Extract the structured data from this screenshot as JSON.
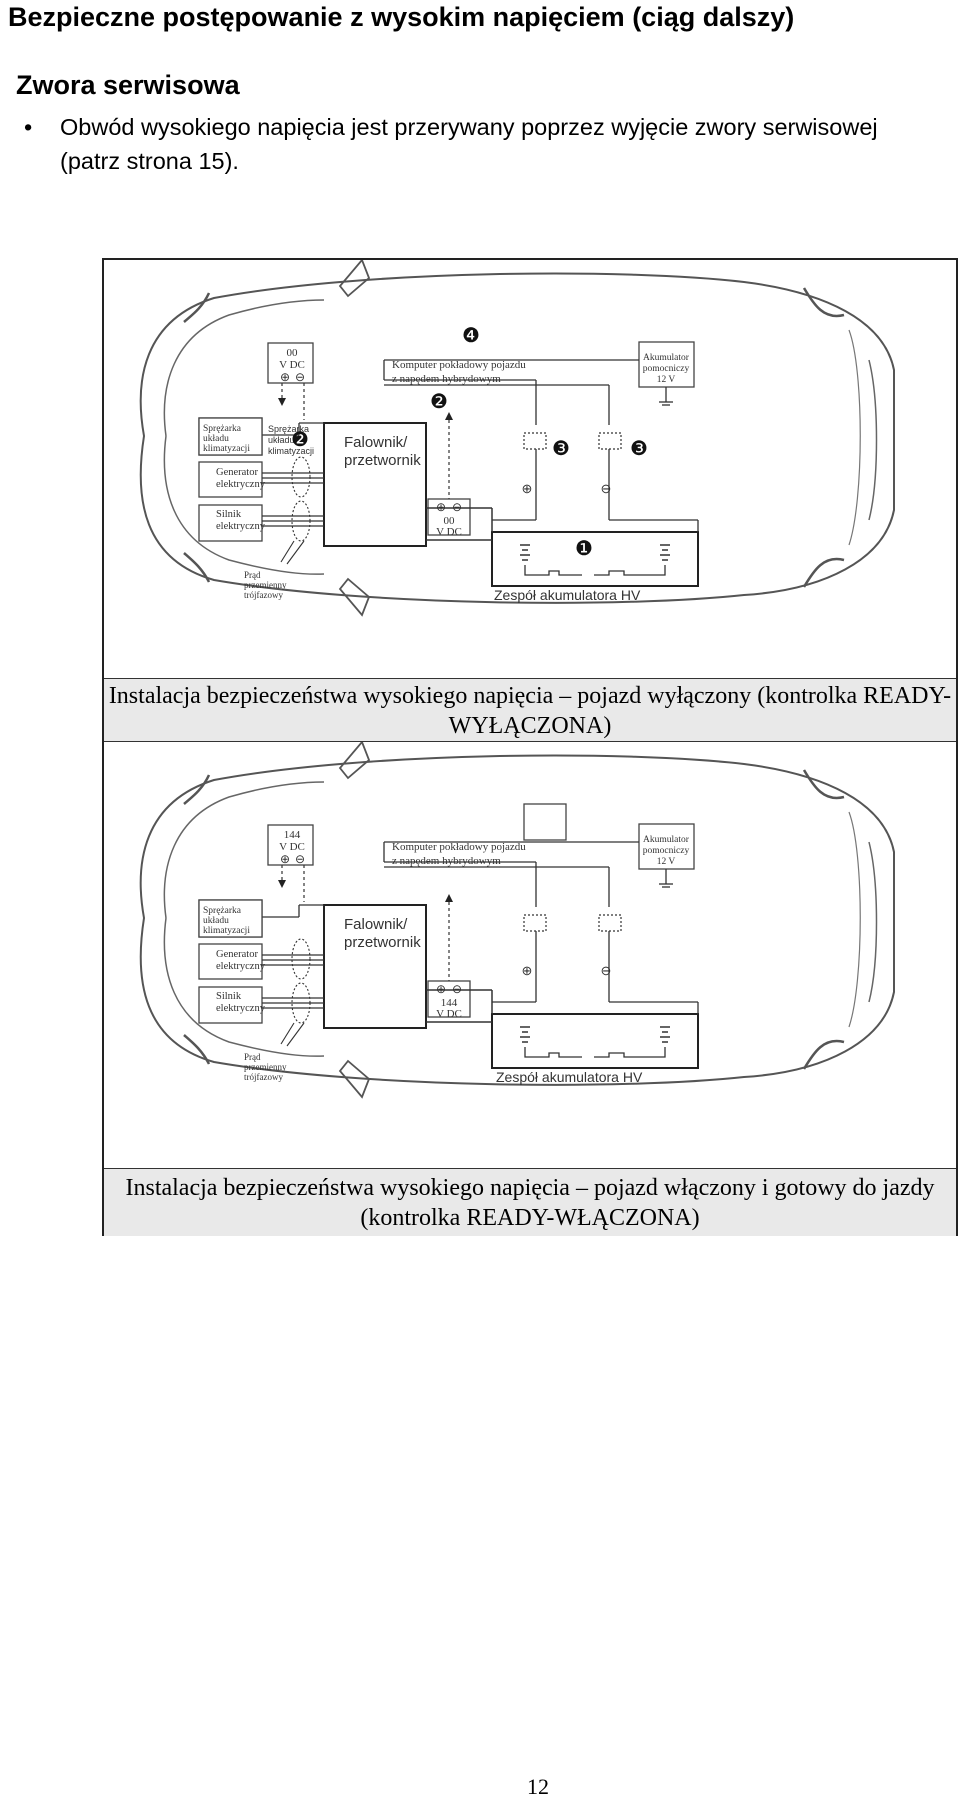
{
  "header": {
    "title": "Bezpieczne postępowanie z wysokim napięciem (ciąg dalszy)",
    "section": "Zwora serwisowa"
  },
  "bullets": [
    {
      "symbol": "•",
      "text": "Obwód wysokiego napięcia jest przerywany poprzez wyjęcie zwory serwisowej (patrz strona 15)."
    }
  ],
  "figure": {
    "labels": {
      "compressor": [
        "Sprężarka",
        "układu",
        "klimatyzacji"
      ],
      "generator": [
        "Generator",
        "elektryczny"
      ],
      "motor": [
        "Silnik",
        "elektryczny"
      ],
      "inverter": [
        "Falownik/",
        "przetwornik"
      ],
      "computer": [
        "Komputer pokładowy pojazdu",
        "z napędem hybrydowym"
      ],
      "aux_battery": [
        "Akumulator",
        "pomocniczy",
        "12 V"
      ],
      "ac_current": [
        "Prąd",
        "przemienny",
        "trójfazowy"
      ],
      "hv_battery": "Zespół akumulatora HV",
      "volt_unit": "V DC",
      "plus": "⊕",
      "minus": "⊖"
    },
    "diagram_off": {
      "meter_top_value": "00",
      "meter_inverter_value": "00",
      "markers": {
        "m1": "❶",
        "m2": "❷",
        "m3": "❸",
        "m4": "❹"
      },
      "caption": "Instalacja bezpieczeństwa wysokiego napięcia – pojazd wyłączony (kontrolka READY-WYŁĄCZONA)"
    },
    "diagram_on": {
      "meter_top_value": "144",
      "meter_inverter_value": "144",
      "caption": "Instalacja bezpieczeństwa wysokiego napięcia – pojazd włączony i gotowy do jazdy (kontrolka READY-WŁĄCZONA)"
    }
  },
  "footer": {
    "page_number": "12"
  }
}
